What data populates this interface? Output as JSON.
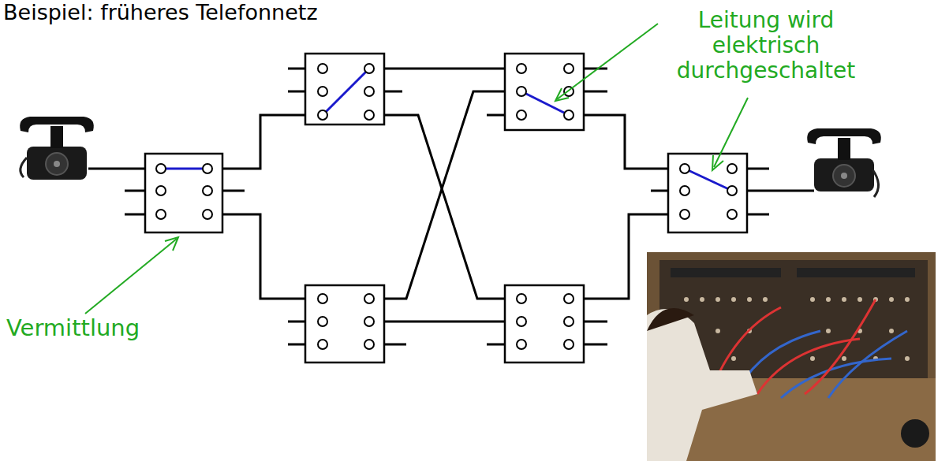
{
  "diagram": {
    "title": "Beispiel: früheres Telefonnetz",
    "labels": [
      "Leitung wird elektrisch durchgeschaltet",
      "Vermittlung"
    ]
  }
}
